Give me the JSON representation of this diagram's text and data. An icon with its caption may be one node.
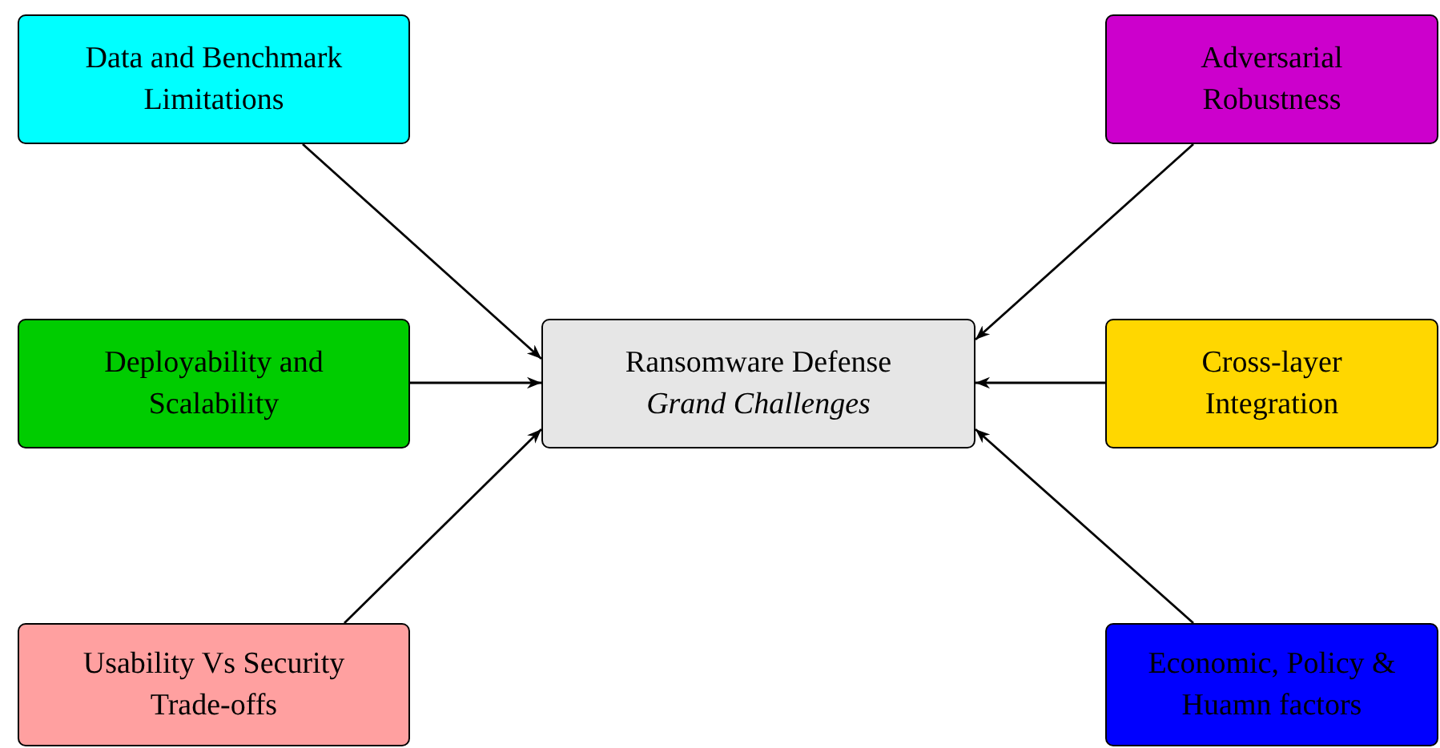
{
  "diagram": {
    "nodes": [
      {
        "text": [
          "Data and Benchmark Limitations"
        ]
      },
      {
        "text": [
          "Adversarial Robustness"
        ]
      },
      {
        "text": [
          "Deployability and Scalability"
        ]
      },
      {
        "text": [
          "Ransomware Defense",
          "Grand Challenges"
        ]
      },
      {
        "text": [
          "Cross-layer Integration"
        ]
      },
      {
        "text": [
          "Usability Vs Security Trade-offs"
        ]
      },
      {
        "text": [
          "Economic, Policy & Huamn factors"
        ]
      }
    ],
    "edges": [
      {
        "from": 0,
        "to": 3,
        "arrow": "to"
      },
      {
        "from": 1,
        "to": 3,
        "arrow": "to"
      },
      {
        "from": 2,
        "to": 3,
        "arrow": "to"
      },
      {
        "from": 4,
        "to": 3,
        "arrow": "to"
      },
      {
        "from": 5,
        "to": 3,
        "arrow": "to"
      },
      {
        "from": 6,
        "to": 3,
        "arrow": "to"
      }
    ]
  }
}
